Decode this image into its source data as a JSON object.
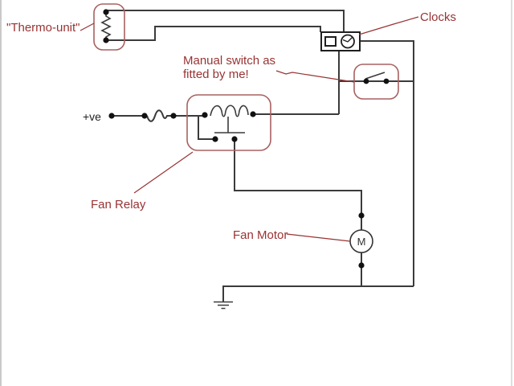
{
  "colors": {
    "background": "#ffffff",
    "wire": "#3b3b3b",
    "annotation": "#993333",
    "component_outline": "#a86060"
  },
  "labels": {
    "thermo_unit": "\"Thermo-unit\"",
    "clocks": "Clocks",
    "manual_switch": [
      "Manual switch as",
      "fitted by me!"
    ],
    "fan_relay": "Fan Relay",
    "fan_motor": "Fan Motor",
    "positive": "+ve",
    "motor_symbol": "M"
  }
}
